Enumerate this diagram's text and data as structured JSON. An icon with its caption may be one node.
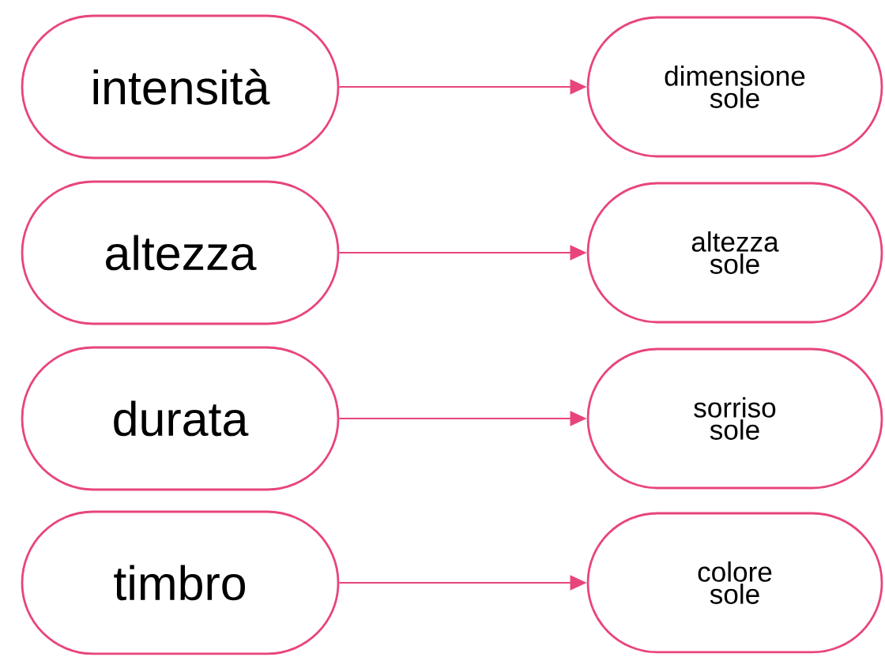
{
  "diagram": {
    "nodes": [
      {
        "text": [
          "intensità"
        ]
      },
      {
        "text": [
          "dimensione sole"
        ]
      },
      {
        "text": [
          "altezza"
        ]
      },
      {
        "text": [
          "altezza sole"
        ]
      },
      {
        "text": [
          "durata"
        ]
      },
      {
        "text": [
          "sorriso sole"
        ]
      },
      {
        "text": [
          "timbro"
        ]
      },
      {
        "text": [
          "colore sole"
        ]
      }
    ],
    "edges": [
      {
        "from": 0,
        "to": 1,
        "arrow": "to"
      },
      {
        "from": 2,
        "to": 3,
        "arrow": "to"
      },
      {
        "from": 4,
        "to": 5,
        "arrow": "to"
      },
      {
        "from": 6,
        "to": 7,
        "arrow": "to"
      }
    ]
  }
}
